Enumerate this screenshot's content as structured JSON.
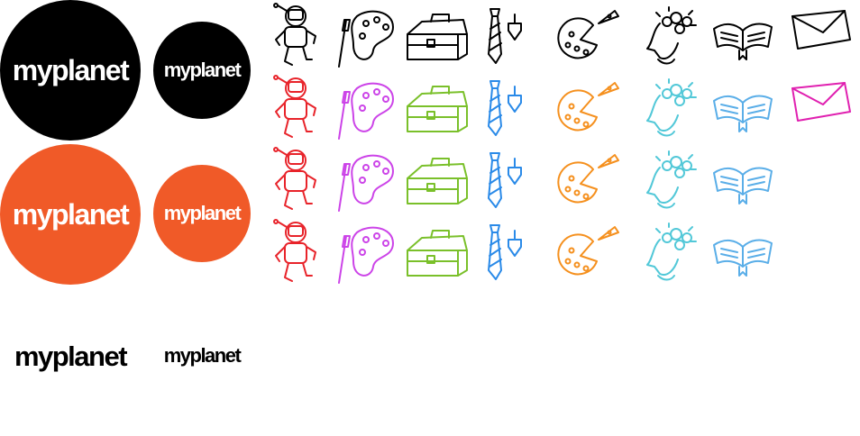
{
  "brand": {
    "wordmark": "myplanet",
    "black_large": "myplanet",
    "black_small": "myplanet",
    "orange_large": "myplanet",
    "orange_small": "myplanet",
    "plain_large": "myplanet",
    "plain_small": "myplanet"
  },
  "colors": {
    "black": "#000000",
    "orange": "#f05a28",
    "red": "#e8232a",
    "purple": "#cc44e8",
    "green": "#7ac02a",
    "blue": "#2a8ae8",
    "orange_icon": "#f5901e",
    "cyan": "#52c8d8",
    "sky": "#5aaee8",
    "magenta": "#e020b0"
  },
  "icon_grid": {
    "columns": [
      "astronaut-icon",
      "palette-icon",
      "toolbox-icon",
      "tie-icon",
      "pizza-icon",
      "thinking-head-icon",
      "open-book-icon",
      "envelope-icon"
    ],
    "rows": [
      {
        "state": "outline",
        "colors": [
          "black",
          "black",
          "black",
          "black",
          "black",
          "black",
          "black",
          "black"
        ]
      },
      {
        "state": "color",
        "colors": [
          "red",
          "purple",
          "green",
          "blue",
          "orange_icon",
          "cyan",
          "sky",
          "magenta"
        ]
      },
      {
        "state": "animated-1",
        "colors": [
          "red",
          "purple",
          "green",
          "blue",
          "orange_icon",
          "cyan",
          "sky"
        ]
      },
      {
        "state": "animated-2",
        "colors": [
          "red",
          "purple",
          "green",
          "blue",
          "orange_icon",
          "cyan",
          "sky"
        ]
      }
    ]
  }
}
